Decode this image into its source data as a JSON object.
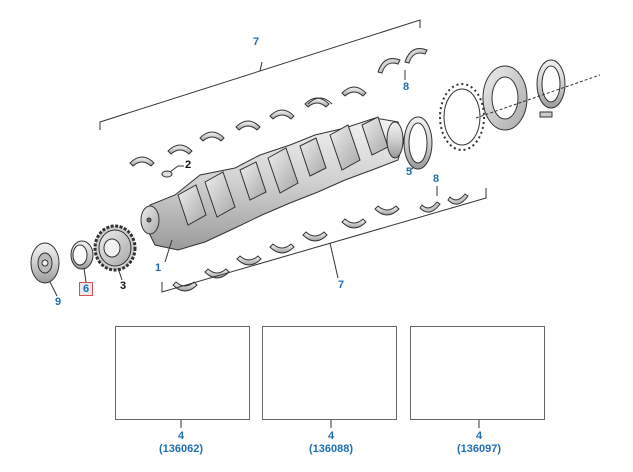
{
  "callouts": {
    "c1": "1",
    "c2": "2",
    "c3": "3",
    "c5": "5",
    "c6": "6",
    "c7_top": "7",
    "c7_bottom": "7",
    "c8_top": "8",
    "c8_right": "8",
    "c9": "9"
  },
  "kits": [
    {
      "number": "4",
      "part": "(136062)"
    },
    {
      "number": "4",
      "part": "(136088)"
    },
    {
      "number": "4",
      "part": "(136097)"
    }
  ],
  "colors": {
    "callout_blue": "#1f6fb2",
    "callout_black": "#111111",
    "highlight_border": "#d9534f",
    "line": "#333333"
  }
}
